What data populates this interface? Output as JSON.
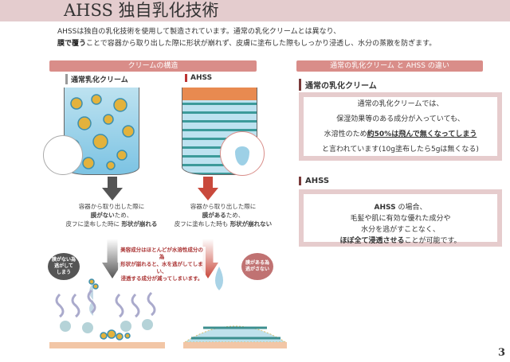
{
  "title": "AHSS 独自乳化技術",
  "intro": {
    "line1": "AHSSは独自の乳化技術を使用して製造されています。通常の乳化クリームとは異なり、",
    "line2_bold": "膜で覆う",
    "line2_rest": "ことで容器から取り出した際に形状が崩れず、皮膚に塗布した際もしっかり浸透し、水分の蒸散を防ぎます。"
  },
  "left": {
    "header": "クリームの構造",
    "normal_label": "通常乳化クリーム",
    "ahss_label": "AHSS",
    "normal_caption": {
      "l1": "容器から取り出した際に",
      "l2_bold": "膜がない",
      "l2_rest": "ため、",
      "l3": "皮フに塗布した時に ",
      "l3_bold": "形状が崩れる"
    },
    "ahss_caption": {
      "l1": "容器から取り出した際に",
      "l2_bold": "膜がある",
      "l2_rest": "ため、",
      "l3": "皮フに塗布した時も ",
      "l3_bold": "形状が崩れない"
    },
    "note": [
      "美容成分はほとんどが水溶性成分の為",
      "形状が崩れると、水を逃がしてしまい、",
      "浸透する成分が減ってしまいます。"
    ],
    "bubble_normal": [
      "膜がない為",
      "逃がして",
      "しまう"
    ],
    "bubble_ahss": [
      "膜がある為",
      "逃がさない"
    ]
  },
  "right": {
    "header": "通常の乳化クリーム と AHSS の違い",
    "normal_title": "通常の乳化クリーム",
    "normal_lines": [
      "通常の乳化クリームでは、",
      "保湿効果等のある成分が入っていても、"
    ],
    "normal_line3_pre": "水溶性のため",
    "normal_line3_bold": "約50%は飛んで無くなってしまう",
    "normal_line4": "と言われています(10g塗布したら5gは無くなる)",
    "ahss_title": "AHSS",
    "ahss_line1_bold": "AHSS",
    "ahss_line1_rest": " の場合、",
    "ahss_lines": [
      "毛髪や肌に有効な優れた成分や",
      "水分を逃がすことなく、"
    ],
    "ahss_line4_bold": "ほぼ全て浸透させる",
    "ahss_line4_rest": "ことが可能です。"
  },
  "page_number": "3",
  "colors": {
    "accent": "#d98d89",
    "titlebar": "#e4ccce",
    "box_border": "#e6cccd"
  }
}
